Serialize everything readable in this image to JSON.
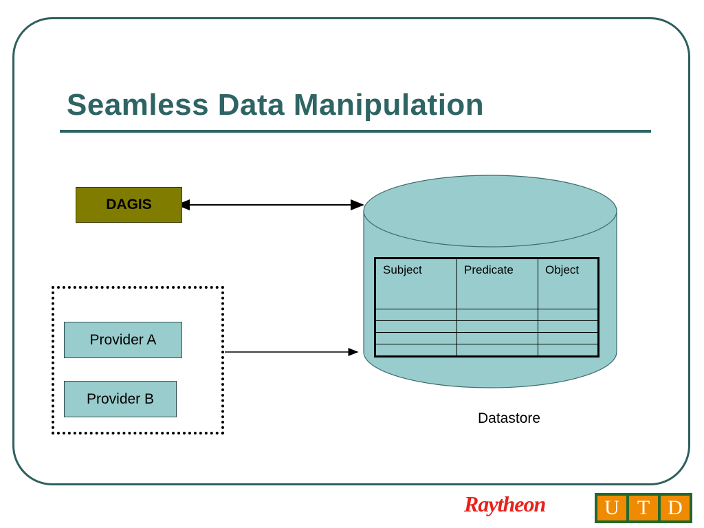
{
  "slide": {
    "title": "Seamless Data Manipulation"
  },
  "diagram": {
    "dagis_label": "DAGIS",
    "providers": [
      "Provider A",
      "Provider B"
    ],
    "datastore_label": "Datastore",
    "table": {
      "headers": [
        "Subject",
        "Predicate",
        "Object"
      ],
      "empty_rows": 4
    }
  },
  "logos": {
    "raytheon": "Raytheon",
    "utd_letters": [
      "U",
      "T",
      "D"
    ]
  },
  "colors": {
    "title": "#2e6464",
    "frame": "#2e5f5f",
    "dagis_fill": "#807c00",
    "teal_fill": "#99cccc",
    "raytheon_red": "#e8211b",
    "utd_green": "#23692b",
    "utd_orange": "#f08a00"
  }
}
